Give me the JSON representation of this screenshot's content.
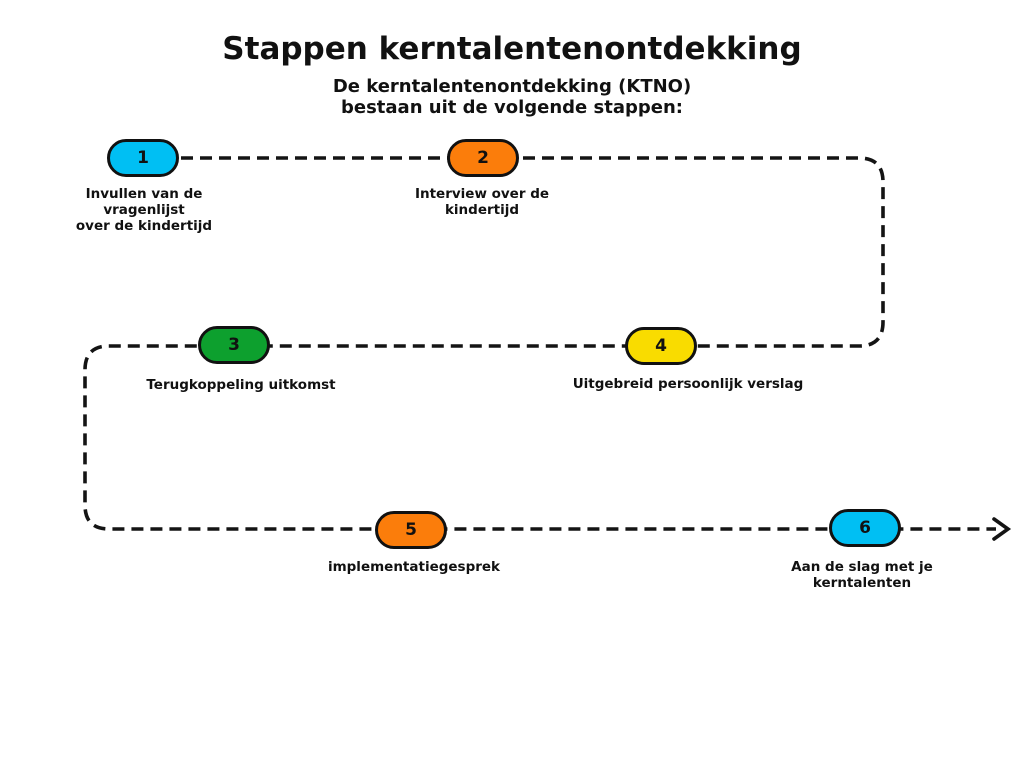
{
  "page": {
    "title": "Stappen kerntalentenontdekking",
    "subtitle_line1": "De kerntalentenontdekking (KTNO)",
    "subtitle_line2": "bestaan uit de volgende stappen:"
  },
  "colors": {
    "cyan": "#00bff3",
    "orange": "#fb7d0b",
    "green": "#0da02e",
    "yellow": "#f9dc00",
    "line": "#141414"
  },
  "steps": [
    {
      "number": "1",
      "color": "cyan",
      "label": "Invullen van de\nvragenlijst\nover de kindertijd"
    },
    {
      "number": "2",
      "color": "orange",
      "label": "Interview over de\nkindertijd"
    },
    {
      "number": "3",
      "color": "green",
      "label": "Terugkoppeling uitkomst"
    },
    {
      "number": "4",
      "color": "yellow",
      "label": "Uitgebreid persoonlijk verslag"
    },
    {
      "number": "5",
      "color": "orange",
      "label": "implementatiegesprek"
    },
    {
      "number": "6",
      "color": "cyan",
      "label": "Aan de slag met je\nkerntalenten"
    }
  ]
}
